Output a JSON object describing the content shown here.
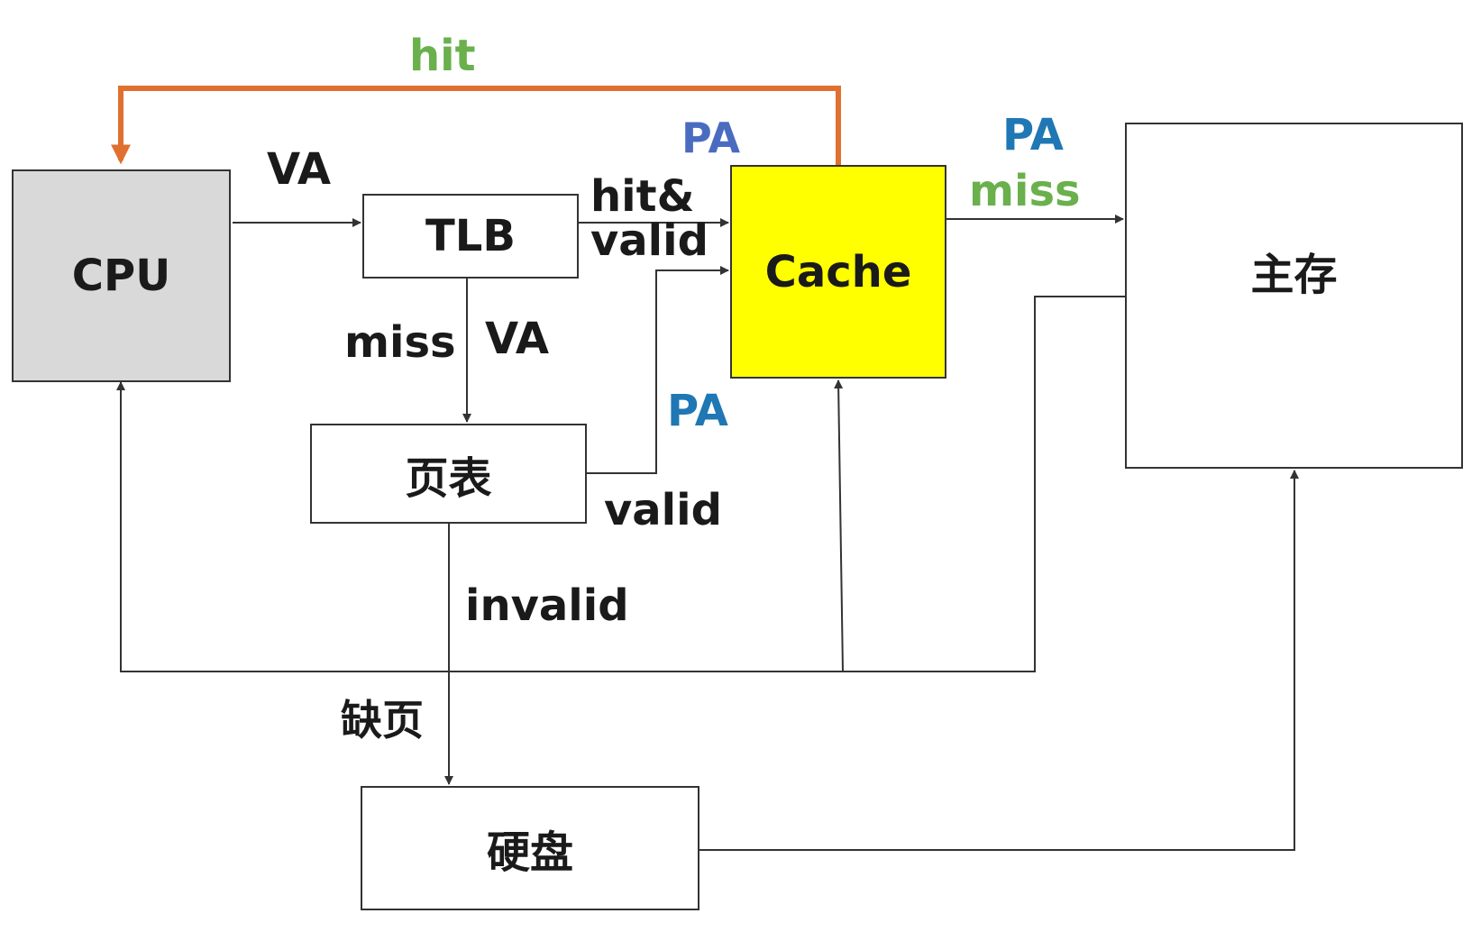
{
  "nodes": {
    "cpu": {
      "label": "CPU",
      "fill": "#d9d9d9"
    },
    "tlb": {
      "label": "TLB",
      "fill": "#ffffff"
    },
    "cache": {
      "label": "Cache",
      "fill": "#ffff00"
    },
    "memory": {
      "label": "主存",
      "fill": "#ffffff"
    },
    "page_table": {
      "label": "页表",
      "fill": "#ffffff"
    },
    "disk": {
      "label": "硬盘",
      "fill": "#ffffff"
    }
  },
  "edge_labels": {
    "hit_top": "hit",
    "va_cpu_tlb": "VA",
    "pa_cache_top": "PA",
    "hit_valid_line1": "hit&",
    "hit_valid_line2": "valid",
    "pa_cache_mem": "PA",
    "miss_cache_mem": "miss",
    "miss_tlb": "miss",
    "va_tlb_pt": "VA",
    "pa_pt_cache": "PA",
    "valid_pt": "valid",
    "invalid_pt": "invalid",
    "page_fault": "缺页"
  },
  "colors": {
    "hit_path": "#e07030",
    "green_label": "#6ab04c",
    "blue_label": "#1f77b4",
    "purple_blue_label": "#4a6cc0",
    "line": "#333333",
    "text": "#1a1a1a"
  }
}
